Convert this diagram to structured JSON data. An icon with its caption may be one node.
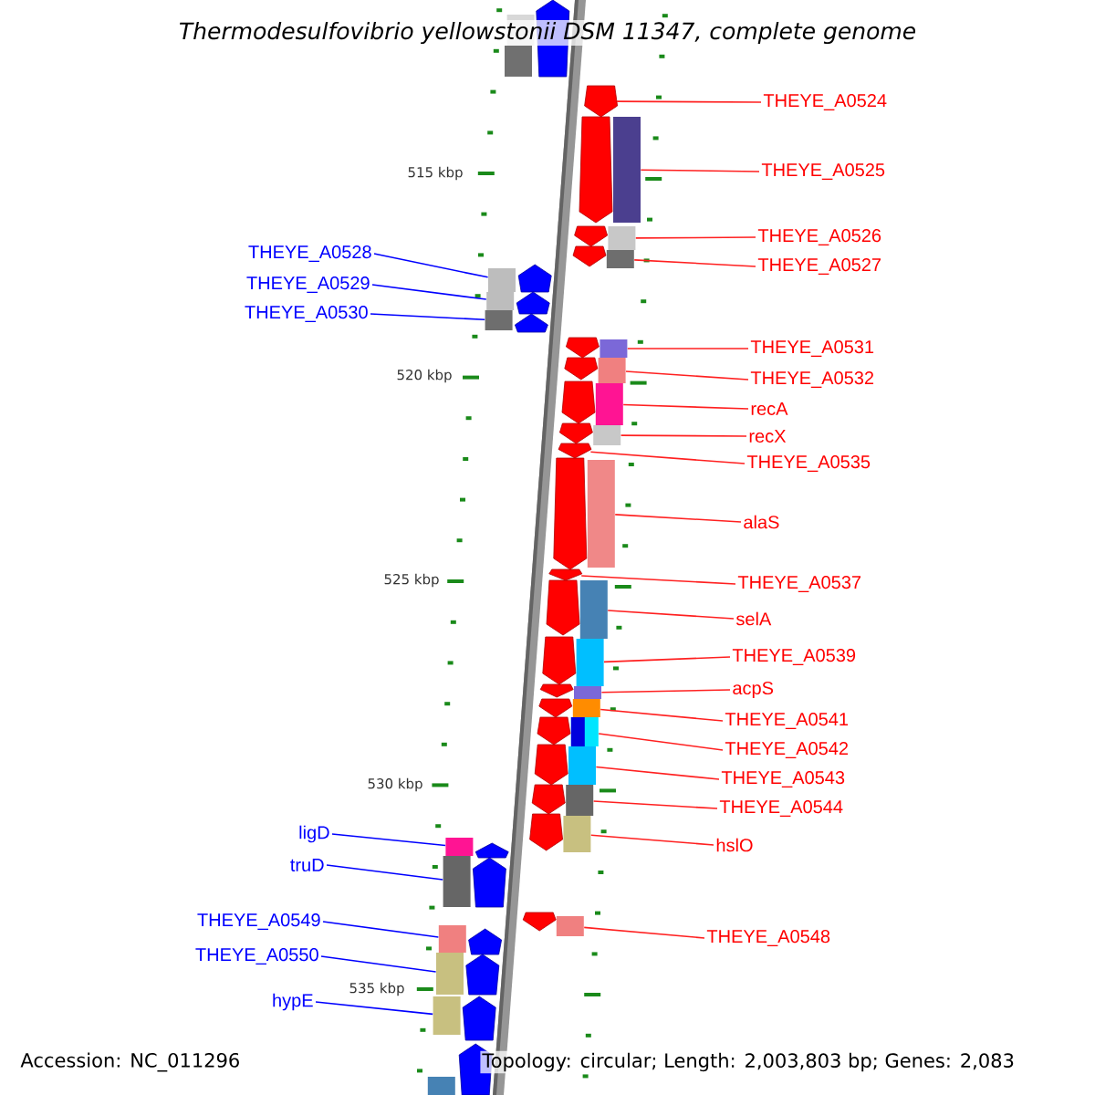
{
  "diagram": {
    "title": "Thermodesulfovibrio yellowstonii DSM 11347, complete genome",
    "nodes": [
      {
        "text": [
          "THEYE_A0524"
        ]
      },
      {
        "text": [
          "THEYE_A0525"
        ]
      },
      {
        "text": [
          "THEYE_A0526"
        ]
      },
      {
        "text": [
          "THEYE_A0528"
        ]
      },
      {
        "text": [
          "THEYE_A0527"
        ]
      },
      {
        "text": [
          "THEYE_A0529"
        ]
      },
      {
        "text": [
          "THEYE_A0530"
        ]
      },
      {
        "text": [
          "THEYE_A0531"
        ]
      },
      {
        "text": [
          "THEYE_A0532"
        ]
      },
      {
        "text": [
          "recA"
        ]
      },
      {
        "text": [
          "recX"
        ]
      },
      {
        "text": [
          "THEYE_A0535"
        ]
      },
      {
        "text": [
          "alaS"
        ]
      },
      {
        "text": [
          "THEYE_A0537"
        ]
      },
      {
        "text": [
          "selA"
        ]
      },
      {
        "text": [
          "THEYE_A0539"
        ]
      },
      {
        "text": [
          "acpS"
        ]
      },
      {
        "text": [
          "THEYE_A0541"
        ]
      },
      {
        "text": [
          "THEYE_A0542"
        ]
      },
      {
        "text": [
          "THEYE_A0543"
        ]
      },
      {
        "text": [
          "THEYE_A0544"
        ]
      },
      {
        "text": [
          "ligD"
        ]
      },
      {
        "text": [
          "hslO"
        ]
      },
      {
        "text": [
          "truD"
        ]
      },
      {
        "text": [
          "THEYE_A0549"
        ]
      },
      {
        "text": [
          "THEYE_A0548"
        ]
      },
      {
        "text": [
          "THEYE_A0550"
        ]
      },
      {
        "text": [
          "hypE"
        ]
      },
      {
        "text": [],
        "shape": "arrow"
      },
      {
        "text": [],
        "shape": "box"
      },
      {
        "text": [],
        "shape": "box"
      },
      {
        "text": [],
        "shape": "box"
      },
      {
        "text": [],
        "shape": "box"
      },
      {
        "text": [],
        "shape": "box"
      },
      {
        "text": [],
        "shape": "box"
      },
      {
        "text": [],
        "shape": "box"
      },
      {
        "text": [],
        "shape": "box"
      },
      {
        "text": [],
        "shape": "box"
      },
      {
        "text": [],
        "shape": "box"
      },
      {
        "text": [],
        "shape": "arrow"
      },
      {
        "text": [],
        "shape": "box"
      },
      {
        "text": [],
        "shape": "arrow"
      },
      {
        "text": [],
        "shape": "box"
      },
      {
        "text": [],
        "shape": "box"
      },
      {
        "text": [],
        "shape": "box"
      },
      {
        "text": [],
        "shape": "box"
      },
      {
        "text": [],
        "shape": "box"
      },
      {
        "text": [],
        "shape": "box"
      },
      {
        "text": [],
        "shape": "box"
      },
      {
        "text": [],
        "shape": "box"
      },
      {
        "text": [],
        "shape": "box"
      },
      {
        "text": [],
        "shape": "box"
      },
      {
        "text": [],
        "shape": "box"
      },
      {
        "text": [],
        "shape": "box"
      },
      {
        "text": [],
        "shape": "box"
      },
      {
        "text": [],
        "shape": "box"
      },
      {
        "text": [],
        "shape": "arrow"
      },
      {
        "text": [],
        "shape": "arrow"
      },
      {
        "text": [],
        "shape": "arrow"
      },
      {
        "text": [],
        "shape": "arrow"
      },
      {
        "text": [],
        "shape": "arrow"
      },
      {
        "text": [],
        "shape": "arrow"
      },
      {
        "text": [],
        "shape": "arrow"
      },
      {
        "text": [],
        "shape": "arrow"
      },
      {
        "text": [],
        "shape": "arrow"
      },
      {
        "text": [],
        "shape": "arrow"
      },
      {
        "text": [],
        "shape": "arrow"
      },
      {
        "text": [],
        "shape": "arrow"
      },
      {
        "text": [],
        "shape": "arrow"
      },
      {
        "text": [],
        "shape": "arrow"
      },
      {
        "text": [],
        "shape": "arrow"
      },
      {
        "text": [],
        "shape": "arrow"
      },
      {
        "text": [],
        "shape": "arrow"
      },
      {
        "text": [],
        "shape": "arrow"
      },
      {
        "text": [],
        "shape": "arrow"
      },
      {
        "text": [],
        "shape": "arrow"
      },
      {
        "text": [],
        "shape": "arrow"
      },
      {
        "text": [],
        "shape": "arrow"
      },
      {
        "text": [],
        "shape": "arrow"
      },
      {
        "text": [],
        "shape": "arrow"
      },
      {
        "text": [],
        "shape": "arrow"
      },
      {
        "text": [],
        "shape": "arrow"
      },
      {
        "text": [],
        "shape": "arrow"
      }
    ],
    "edges": [
      {
        "from": 0,
        "to": 28,
        "arrow": "none"
      },
      {
        "from": 1,
        "to": 29,
        "arrow": "none"
      },
      {
        "from": 2,
        "to": 30,
        "arrow": "none"
      },
      {
        "from": 3,
        "to": 31,
        "arrow": "none",
        "color": "#0000ff"
      },
      {
        "from": 4,
        "to": 32,
        "arrow": "none"
      },
      {
        "from": 5,
        "to": 33,
        "arrow": "none",
        "color": "#0000ff"
      },
      {
        "from": 6,
        "to": 34,
        "arrow": "none",
        "color": "#0000ff"
      },
      {
        "from": 7,
        "to": 35,
        "arrow": "none"
      },
      {
        "from": 8,
        "to": 36,
        "arrow": "none"
      },
      {
        "from": 9,
        "to": 37,
        "arrow": "none"
      },
      {
        "from": 10,
        "to": 38,
        "arrow": "none"
      },
      {
        "from": 11,
        "to": 39,
        "arrow": "none"
      },
      {
        "from": 12,
        "to": 40,
        "arrow": "none"
      },
      {
        "from": 13,
        "to": 41,
        "arrow": "none"
      },
      {
        "from": 14,
        "to": 42,
        "arrow": "none"
      },
      {
        "from": 15,
        "to": 43,
        "arrow": "none"
      },
      {
        "from": 16,
        "to": 44,
        "arrow": "none"
      },
      {
        "from": 17,
        "to": 45,
        "arrow": "none"
      },
      {
        "from": 18,
        "to": 46,
        "arrow": "none"
      },
      {
        "from": 19,
        "to": 47,
        "arrow": "none"
      },
      {
        "from": 20,
        "to": 48,
        "arrow": "none"
      },
      {
        "from": 21,
        "to": 49,
        "arrow": "none",
        "color": "#0000ff"
      },
      {
        "from": 22,
        "to": 50,
        "arrow": "none"
      },
      {
        "from": 23,
        "to": 51,
        "arrow": "none",
        "color": "#0000ff"
      },
      {
        "from": 24,
        "to": 52,
        "arrow": "none",
        "color": "#0000ff"
      },
      {
        "from": 25,
        "to": 53,
        "arrow": "none"
      },
      {
        "from": 26,
        "to": 54,
        "arrow": "none",
        "color": "#0000ff"
      },
      {
        "from": 27,
        "to": 55,
        "arrow": "none",
        "color": "#0000ff"
      }
    ],
    "labels": [
      "515 kbp",
      "520 kbp",
      "525 kbp",
      "530 kbp",
      "535 kbp",
      "Accession: NC_011296",
      "Topology: circular; Length: 2,003,803 bp; Genes: 2,083"
    ]
  }
}
